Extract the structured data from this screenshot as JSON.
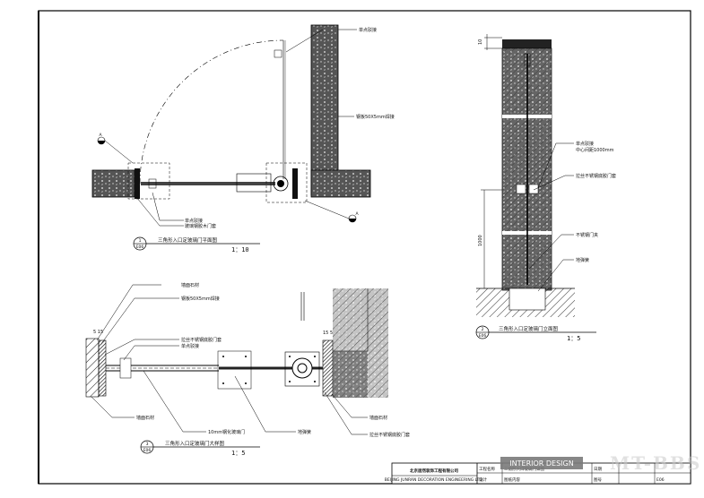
{
  "plan": {
    "labels": [
      "单点驳接",
      "玻璃钢胶木门套"
    ],
    "side_note": "钢板50X5mm焊接",
    "ref_mark_a": "A",
    "ref_mark_b": "A",
    "title": "三角形入口定玻璃门平面图",
    "scale": "1：10",
    "sheet_num": "1",
    "sheet_ref": "E06"
  },
  "elevation": {
    "top_dim": "10",
    "labels": [
      "单点驳接",
      "中心间距1000mm",
      "拉丝不锈钢底胶门套",
      "不锈钢门夹",
      "地弹簧"
    ],
    "height_dim": "1000",
    "title": "三角形入口定玻璃门立面图",
    "scale": "1：5",
    "sheet_num": "2",
    "sheet_ref": "E06"
  },
  "detail": {
    "labels_top": [
      "墙面石材",
      "钢板50X5mm焊接",
      "拉丝不锈钢底胶门套",
      "单点驳接"
    ],
    "dim_left": "5 15",
    "dim_right": "15 5",
    "labels_bottom": [
      "墙面石材",
      "10mm钢化玻璃门",
      "地弹簧",
      "墙面石材",
      "拉丝不锈钢底胶门套"
    ],
    "title": "三角形入口定玻璃门大样图",
    "scale": "1：5",
    "sheet_num": "3",
    "sheet_ref": "E06"
  },
  "title_block": {
    "company": "北京居然装饰工程有限公司",
    "company_en": "BEIJING JUNRAN DECORATION ENGINEERING LTD.",
    "c1": "工程名称",
    "c2": "设计",
    "c3": "图纸内容",
    "c4": "日期",
    "c5": "图号",
    "v1": "三角形入口玻璃门详图",
    "v3": "E06"
  },
  "watermark": {
    "text": "MT-BBS",
    "badge": "INTERIOR DESIGN"
  }
}
